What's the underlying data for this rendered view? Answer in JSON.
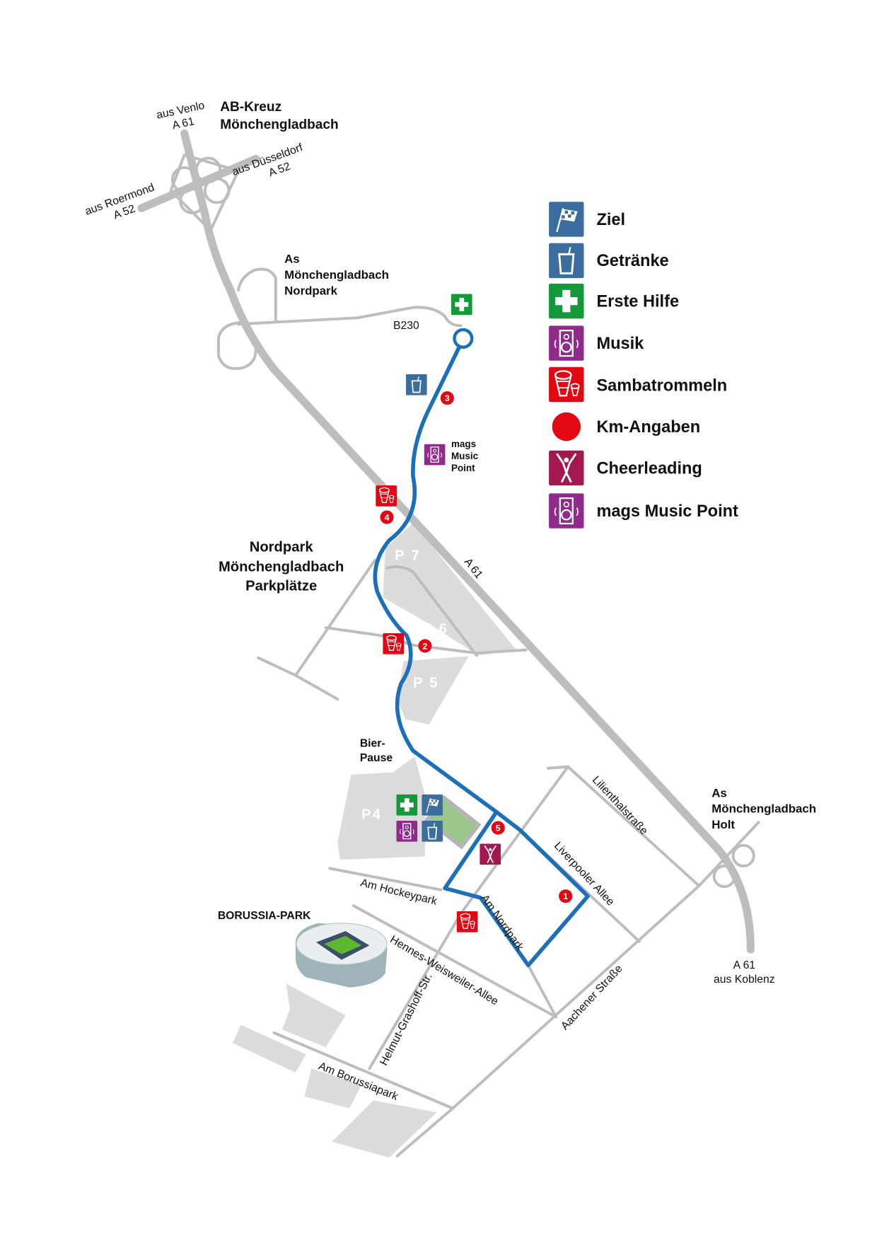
{
  "colors": {
    "route": "#1d70b8",
    "road": "#bdbdbd",
    "area": "#dcdcdc",
    "ziel": "#3b6e9e",
    "getraenke": "#3b6e9e",
    "erste_hilfe": "#13983a",
    "musik": "#8e2b8b",
    "samba": "#e30613",
    "km": "#e30613",
    "cheer": "#a3194f"
  },
  "legend": [
    {
      "icon": "checkered-flag-icon",
      "label": "Ziel"
    },
    {
      "icon": "drink-cup-icon",
      "label": "Getränke"
    },
    {
      "icon": "first-aid-cross-icon",
      "label": "Erste Hilfe"
    },
    {
      "icon": "speaker-icon",
      "label": "Musik"
    },
    {
      "icon": "drum-icon",
      "label": "Sambatrommeln"
    },
    {
      "icon": "red-dot-icon",
      "label": "Km-Angaben"
    },
    {
      "icon": "cheerleader-icon",
      "label": "Cheerleading"
    },
    {
      "icon": "speaker-icon",
      "label": "mags Music Point"
    }
  ],
  "labels": {
    "ab_kreuz": [
      "AB-Kreuz",
      "Mönchengladbach"
    ],
    "aus_venlo": [
      "aus Venlo",
      "A 61"
    ],
    "aus_duesseldorf": [
      "aus Düsseldorf",
      "A 52"
    ],
    "aus_roermond": [
      "aus Roermond",
      "A 52"
    ],
    "as_nordpark": [
      "As",
      "Mönchengladbach",
      "Nordpark"
    ],
    "b230": "B230",
    "mags_point": [
      "mags",
      "Music",
      "Point"
    ],
    "nordpark_parkplaetze": [
      "Nordpark",
      "Mönchengladbach",
      "Parkplätze"
    ],
    "a61_road": "A 61",
    "p7": "P 7",
    "p6": "P 6",
    "p5": "P 5",
    "p4": "P4",
    "bier_pause": [
      "Bier-",
      "Pause"
    ],
    "lilienthalstrasse": "Lilienthalstraße",
    "liverpooler_allee": "Liverpooler Allee",
    "am_hockeypark": "Am Hockeypark",
    "am_nordpark": "Am Nordpark",
    "borussia_park": "BORUSSIA-PARK",
    "hennes_weisweiler": "Hennes-Weisweiler-Allee",
    "helmut_grashoff": "Helmut-Grashoff-Str.",
    "aachener_strasse": "Aachener Straße",
    "am_borussiapark": "Am Borussiapark",
    "as_holt": [
      "As",
      "Mönchengladbach",
      "Holt"
    ],
    "a61_koblenz": [
      "A 61",
      "aus Koblenz"
    ]
  },
  "km_markers": [
    "1",
    "2",
    "3",
    "4",
    "5"
  ]
}
